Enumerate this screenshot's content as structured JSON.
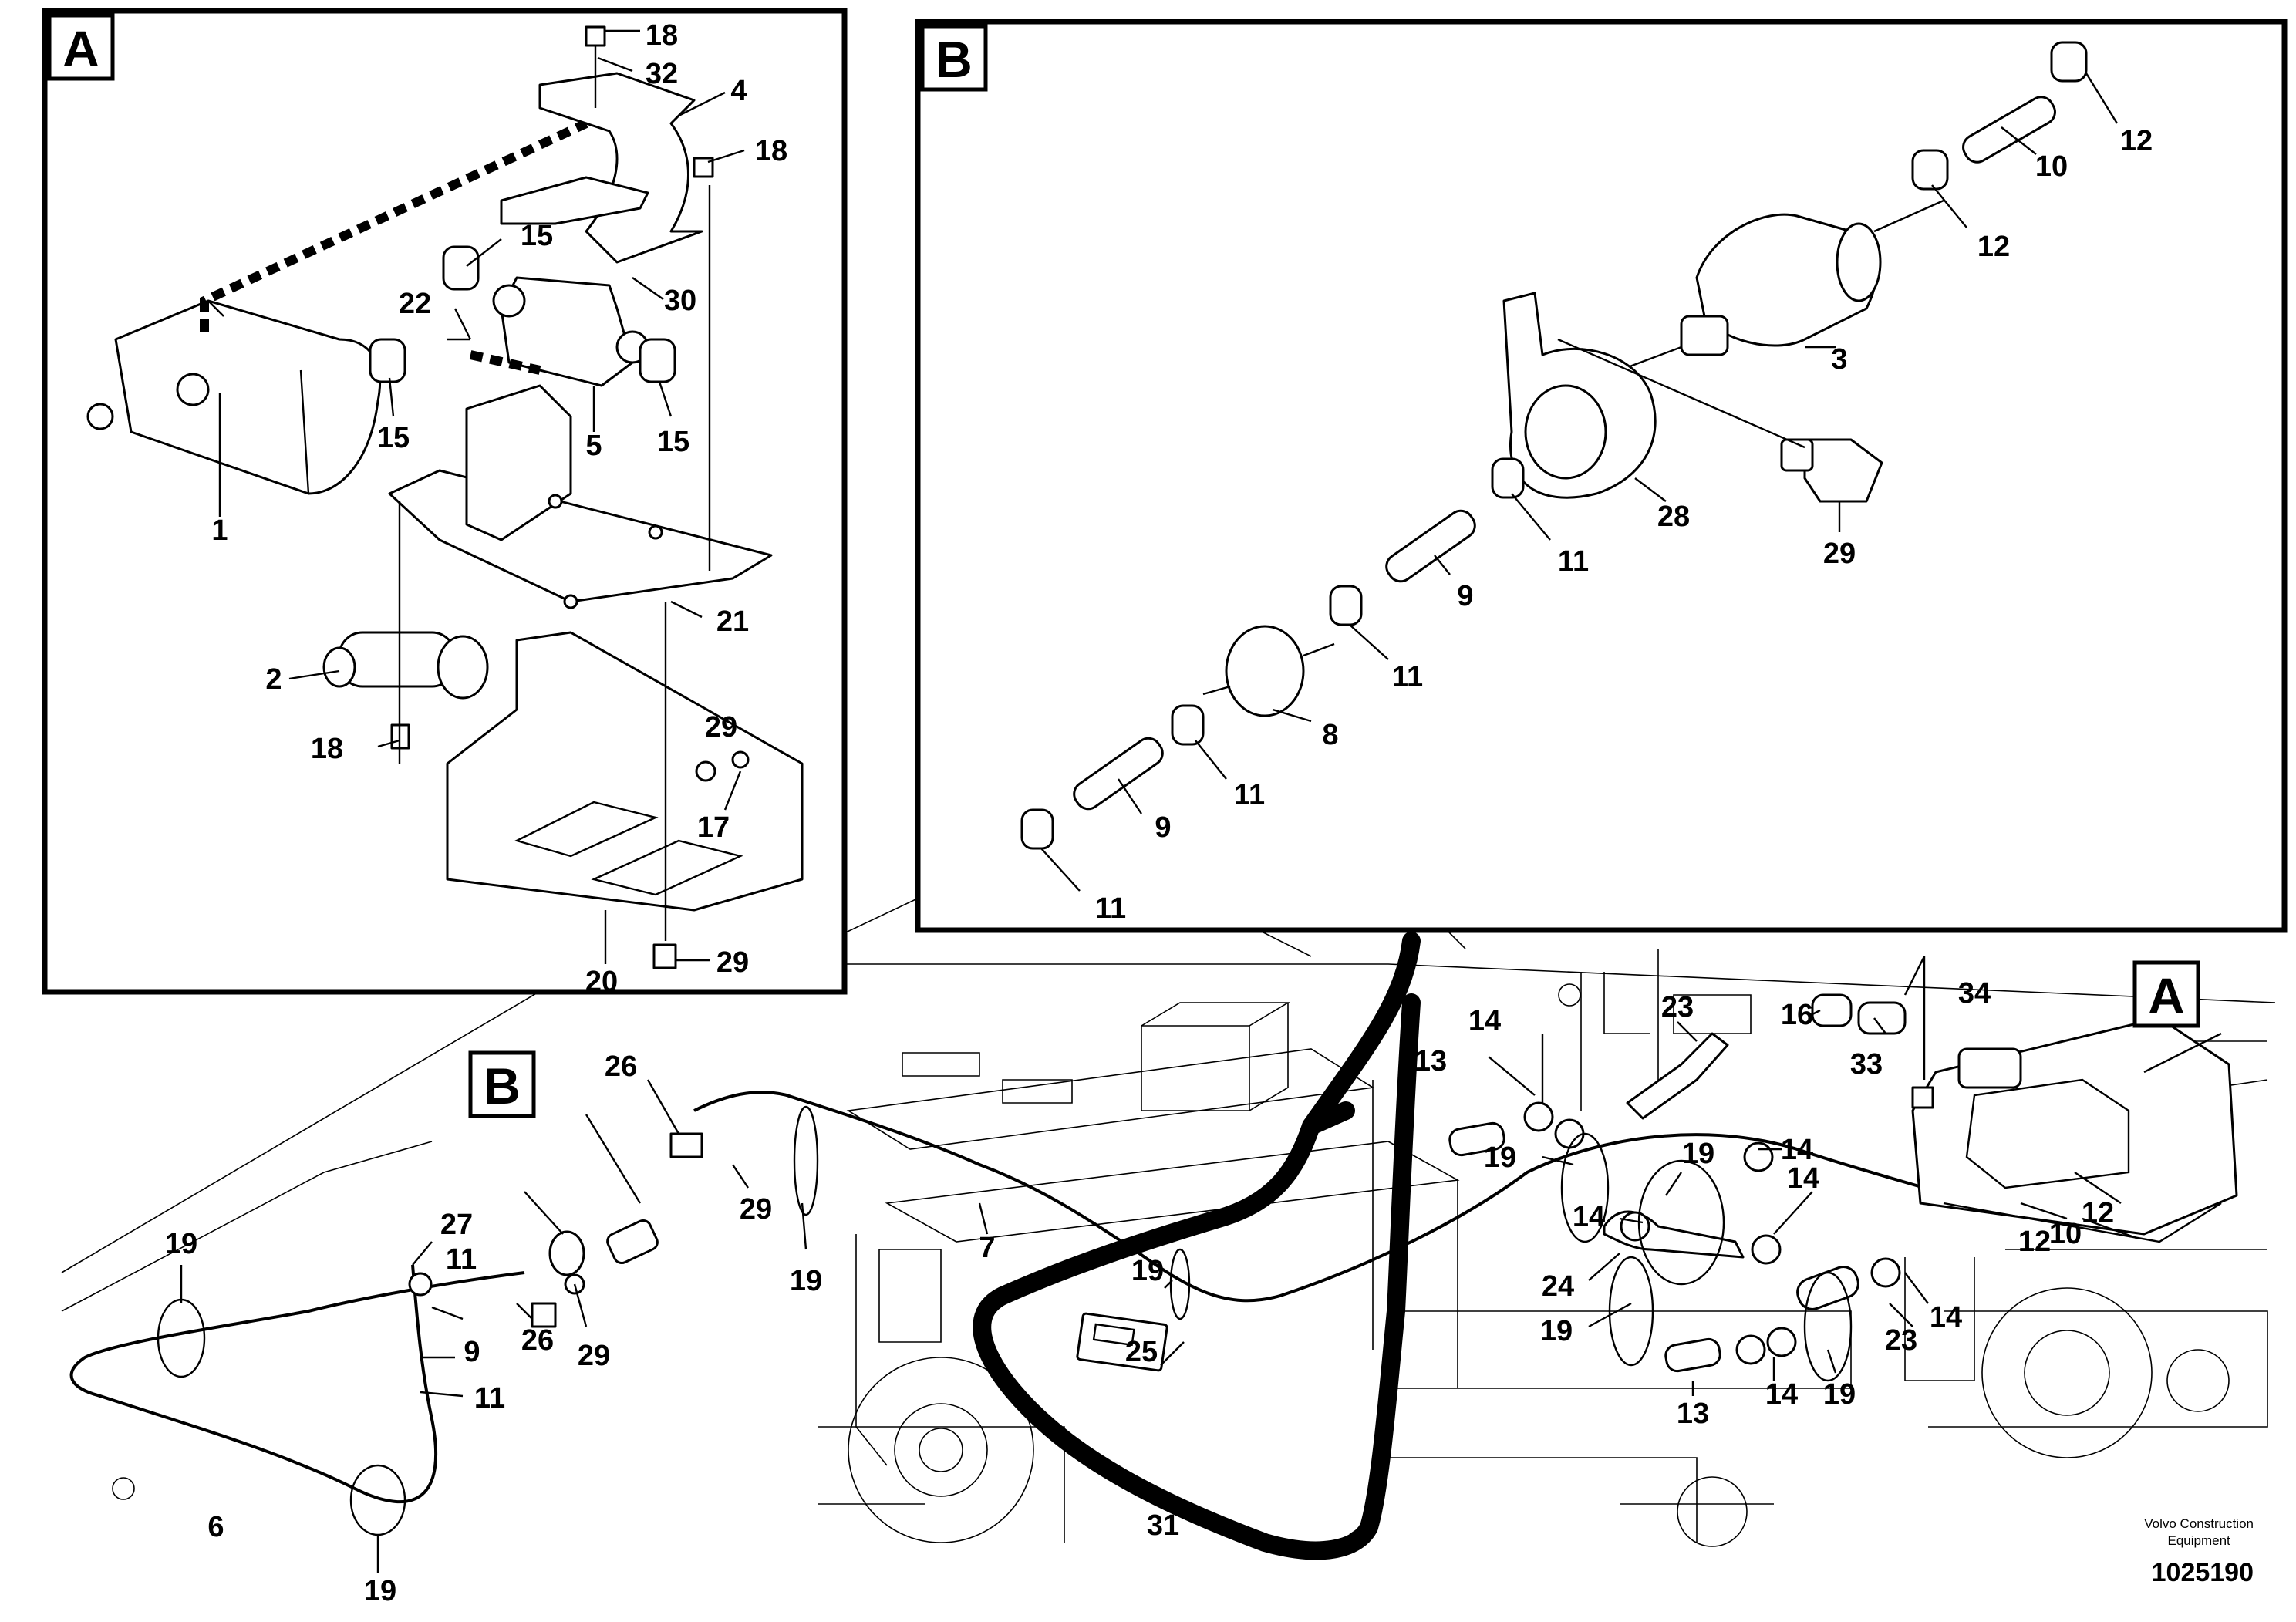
{
  "detail_a": {
    "tag": "A",
    "callouts": [
      "18",
      "32",
      "4",
      "18",
      "15",
      "30",
      "22",
      "1",
      "15",
      "5",
      "15",
      "21",
      "2",
      "18",
      "29",
      "17",
      "20",
      "29"
    ]
  },
  "detail_b": {
    "tag": "B",
    "callouts": [
      "12",
      "10",
      "12",
      "3",
      "28",
      "29",
      "11",
      "9",
      "11",
      "8",
      "11",
      "9",
      "11"
    ]
  },
  "main_view": {
    "tag_b": "B",
    "tag_a": "A",
    "callouts": [
      "19",
      "27",
      "11",
      "9",
      "11",
      "26",
      "29",
      "6",
      "19",
      "26",
      "29",
      "19",
      "7",
      "19",
      "25",
      "31",
      "14",
      "13",
      "23",
      "16",
      "34",
      "33",
      "14",
      "19",
      "19",
      "14",
      "14",
      "24",
      "19",
      "13",
      "14",
      "19",
      "23",
      "14",
      "12",
      "10",
      "12"
    ]
  },
  "footer": {
    "brand_line1": "Volvo Construction",
    "brand_line2": "Equipment",
    "drawing_number": "1025190"
  }
}
